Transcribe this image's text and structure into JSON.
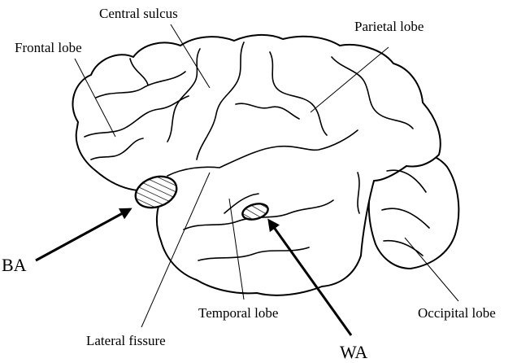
{
  "labels": {
    "central_sulcus": "Central sulcus",
    "frontal_lobe": "Frontal lobe",
    "parietal_lobe": "Parietal lobe",
    "lateral_fissure": "Lateral fissure",
    "temporal_lobe": "Temporal lobe",
    "occipital_lobe": "Occipital lobe",
    "broca_area": "BA",
    "wernicke_area": "WA"
  },
  "colors": {
    "ink": "#000000",
    "background": "#ffffff"
  }
}
